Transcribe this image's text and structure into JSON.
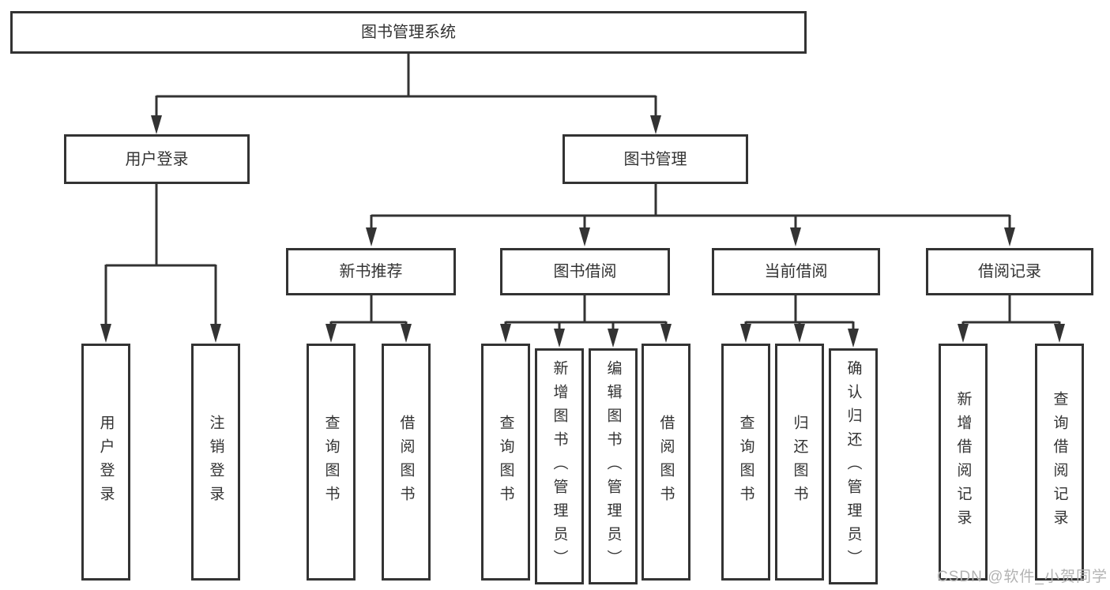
{
  "colors": {
    "line": "#333333",
    "box_border": "#333333",
    "text": "#333333",
    "background": "#ffffff",
    "watermark": "#b3b3b3"
  },
  "watermark": {
    "text": "CSDN @软件_小贺同学"
  },
  "tree": {
    "root": {
      "label": "图书管理系统"
    },
    "branches": [
      {
        "label": "用户登录",
        "leaves": [
          {
            "label": "用户登录"
          },
          {
            "label": "注销登录"
          }
        ]
      },
      {
        "label": "图书管理",
        "groups": [
          {
            "label": "新书推荐",
            "leaves": [
              {
                "label": "查询图书"
              },
              {
                "label": "借阅图书"
              }
            ]
          },
          {
            "label": "图书借阅",
            "leaves": [
              {
                "label": "查询图书"
              },
              {
                "label": "新增图书（管理员）"
              },
              {
                "label": "编辑图书（管理员）"
              },
              {
                "label": "借阅图书"
              }
            ]
          },
          {
            "label": "当前借阅",
            "leaves": [
              {
                "label": "查询图书"
              },
              {
                "label": "归还图书"
              },
              {
                "label": "确认归还（管理员）"
              }
            ]
          },
          {
            "label": "借阅记录",
            "leaves": [
              {
                "label": "新增借阅记录"
              },
              {
                "label": "查询借阅记录"
              }
            ]
          }
        ]
      }
    ]
  }
}
